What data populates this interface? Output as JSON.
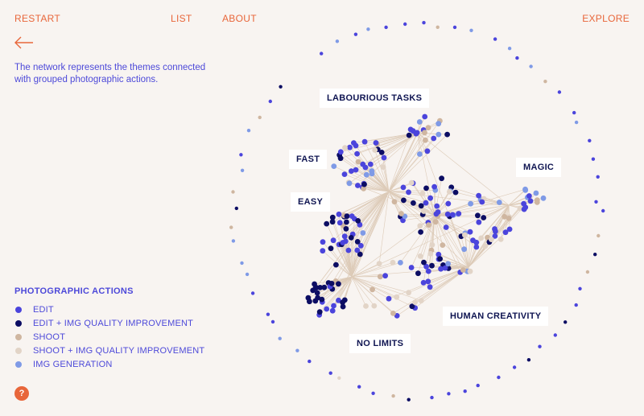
{
  "colors": {
    "background": "#f8f4f1",
    "accent": "#e8663a",
    "text_blue": "#4d49d9",
    "label_navy": "#0f1552",
    "link_line": "#ddcbb8"
  },
  "nav": {
    "restart": "RESTART",
    "list": "LIST",
    "about": "ABOUT",
    "explore": "EXPLORE",
    "back_icon": "arrow-left-icon"
  },
  "description": "The network represents the themes connected with grouped photographic actions.",
  "graph": {
    "themes": [
      "LABOURIOUS TASKS",
      "FAST",
      "EASY",
      "MAGIC",
      "HUMAN CREATIVITY",
      "NO LIMITS"
    ]
  },
  "legend": {
    "title": "PHOTOGRAPHIC ACTIONS",
    "items": [
      {
        "label": "EDIT",
        "color": "#4b44dc"
      },
      {
        "label": "EDIT + IMG QUALITY IMPROVEMENT",
        "color": "#0c0d63"
      },
      {
        "label": "SHOOT",
        "color": "#cfb6a0"
      },
      {
        "label": "SHOOT + IMG QUALITY IMPROVEMENT",
        "color": "#e2d4c7"
      },
      {
        "label": "IMG GENERATION",
        "color": "#7f9ae6"
      }
    ]
  },
  "help": {
    "label": "?",
    "icon": "help-icon"
  }
}
